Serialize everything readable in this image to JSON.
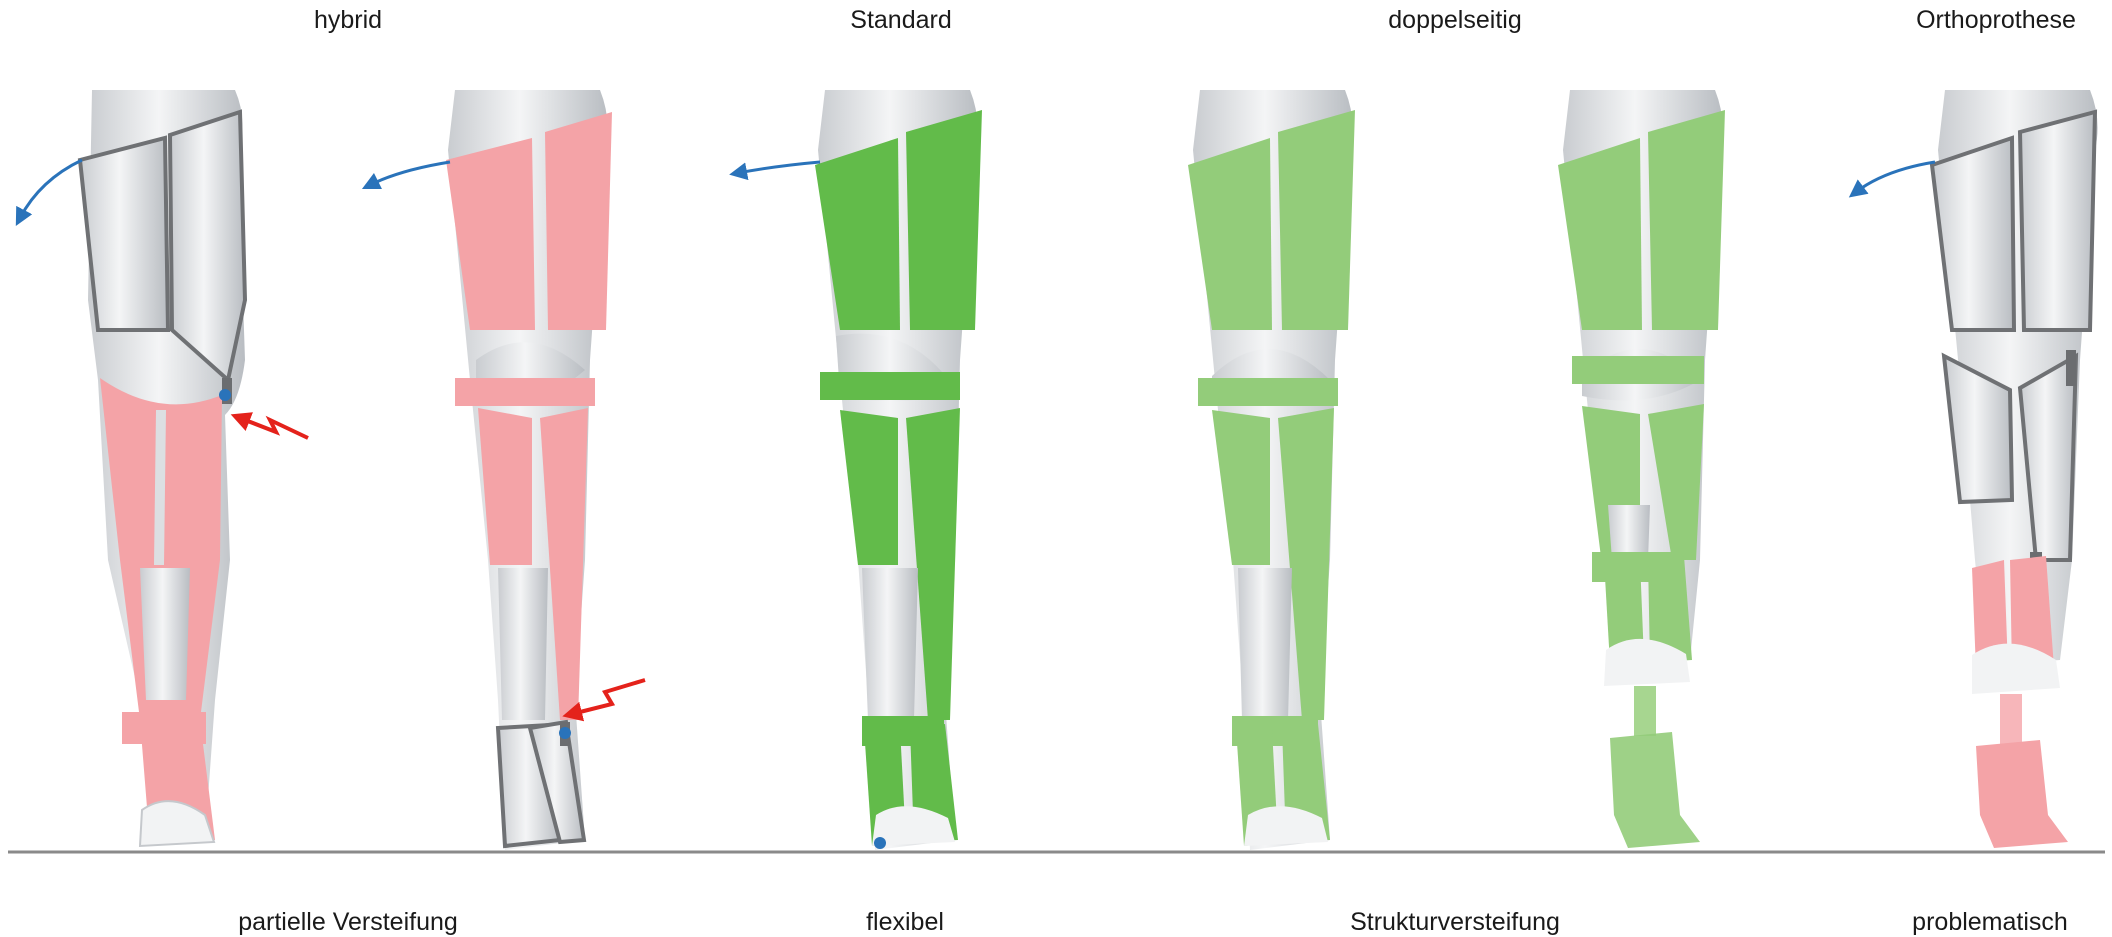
{
  "top_labels": {
    "hybrid": "hybrid",
    "standard": "Standard",
    "doppelseitig": "doppelseitig",
    "orthoprothese": "Orthoprothese"
  },
  "bottom_labels": {
    "partielle": "partielle Versteifung",
    "flexibel": "flexibel",
    "struktur": "Strukturversteifung",
    "problematisch": "problematisch"
  },
  "colors": {
    "pink": "#f4a3a7",
    "green_dark": "#62bb4a",
    "green_light": "#93cc7a",
    "white_gray": "#e6e8ea",
    "outline": "#6f7174",
    "arrow_blue": "#2a73ba",
    "arrow_red": "#e4221b",
    "ground": "#8a8a8a"
  },
  "icons": {
    "force_arrow": "blue-curved-arrow",
    "stress_point": "red-lightning-arrow"
  }
}
